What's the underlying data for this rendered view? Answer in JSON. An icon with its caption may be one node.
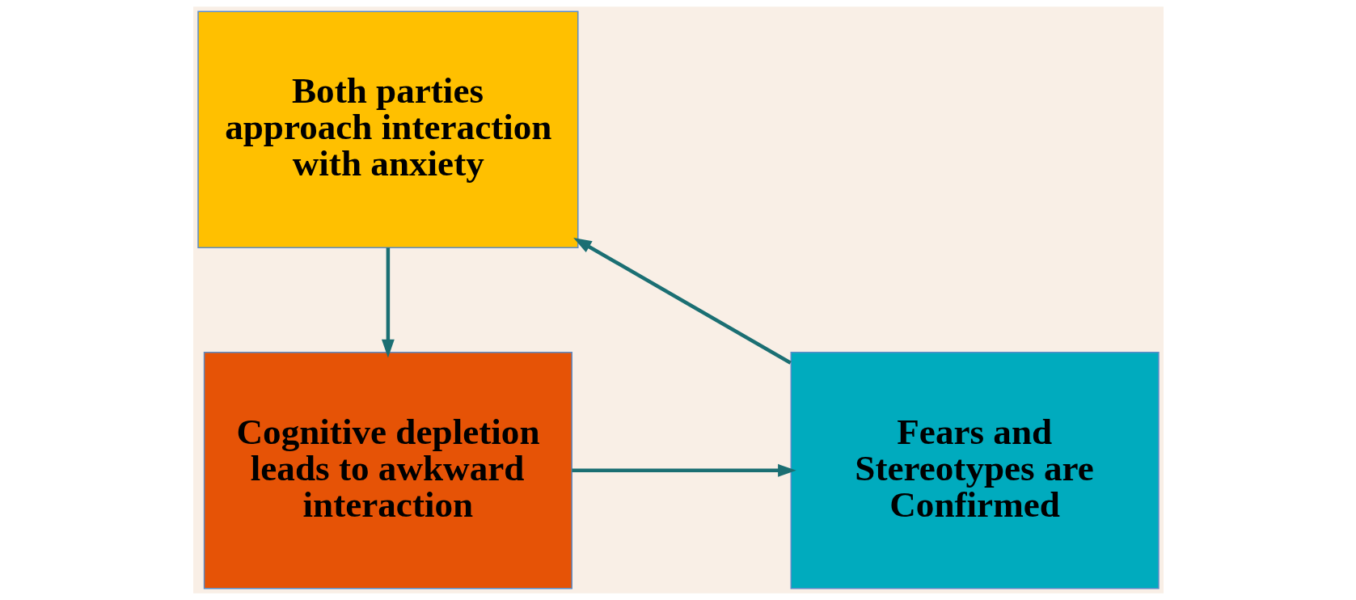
{
  "diagram": {
    "nodes": [
      {
        "text": [
          "Both parties approach interaction with anxiety"
        ]
      },
      {
        "text": [
          "Fears and Stereotypes are Confirmed"
        ]
      },
      {
        "text": [
          "Cognitive depletion leads to awkward interaction"
        ]
      }
    ],
    "edges": [
      {
        "from": 0,
        "to": 2,
        "arrow": "to"
      },
      {
        "from": 2,
        "to": 1,
        "arrow": "to"
      },
      {
        "from": 1,
        "to": 0,
        "arrow": "to"
      }
    ]
  }
}
